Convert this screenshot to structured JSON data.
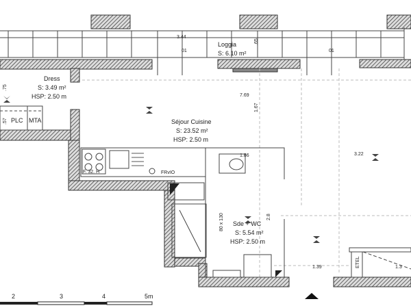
{
  "rooms": {
    "loggia": {
      "name": "Loggia",
      "area": "S: 6.10 m²",
      "dim_width": "3.44",
      "dim_depth": ".65",
      "window_left": "01",
      "window_right": "01"
    },
    "dress": {
      "name": "Dress",
      "area": "S: 3.49 m²",
      "height": "HSP: 2.50 m",
      "dim": ".75",
      "dim2": ".57",
      "plc": "PLC",
      "mta": "MTA"
    },
    "sejour": {
      "name": "Séjour Cuisine",
      "area": "S: 23.52 m²",
      "height": "HSP: 2.50 m",
      "dim_length": "7.69",
      "dim_depth": "1.67",
      "dim_right": "3.22"
    },
    "kitchen": {
      "appliances": "F. 32. H",
      "fridge": "FRvIO"
    },
    "bathroom": {
      "name": "Sde + WC",
      "area": "S: 5.54 m²",
      "height": "HSP: 2.50 m",
      "dim_width": "1.86",
      "dim_length": "2.8",
      "shower": "80 x 130"
    },
    "entry": {
      "dim": "1.39",
      "etel": "ETEL",
      "stair_dim": "1.3"
    }
  },
  "scale_bar": {
    "ticks": [
      "2",
      "3",
      "4",
      "5m"
    ]
  },
  "colors": {
    "wall": "#555555",
    "line": "#333333",
    "background": "#ffffff"
  }
}
